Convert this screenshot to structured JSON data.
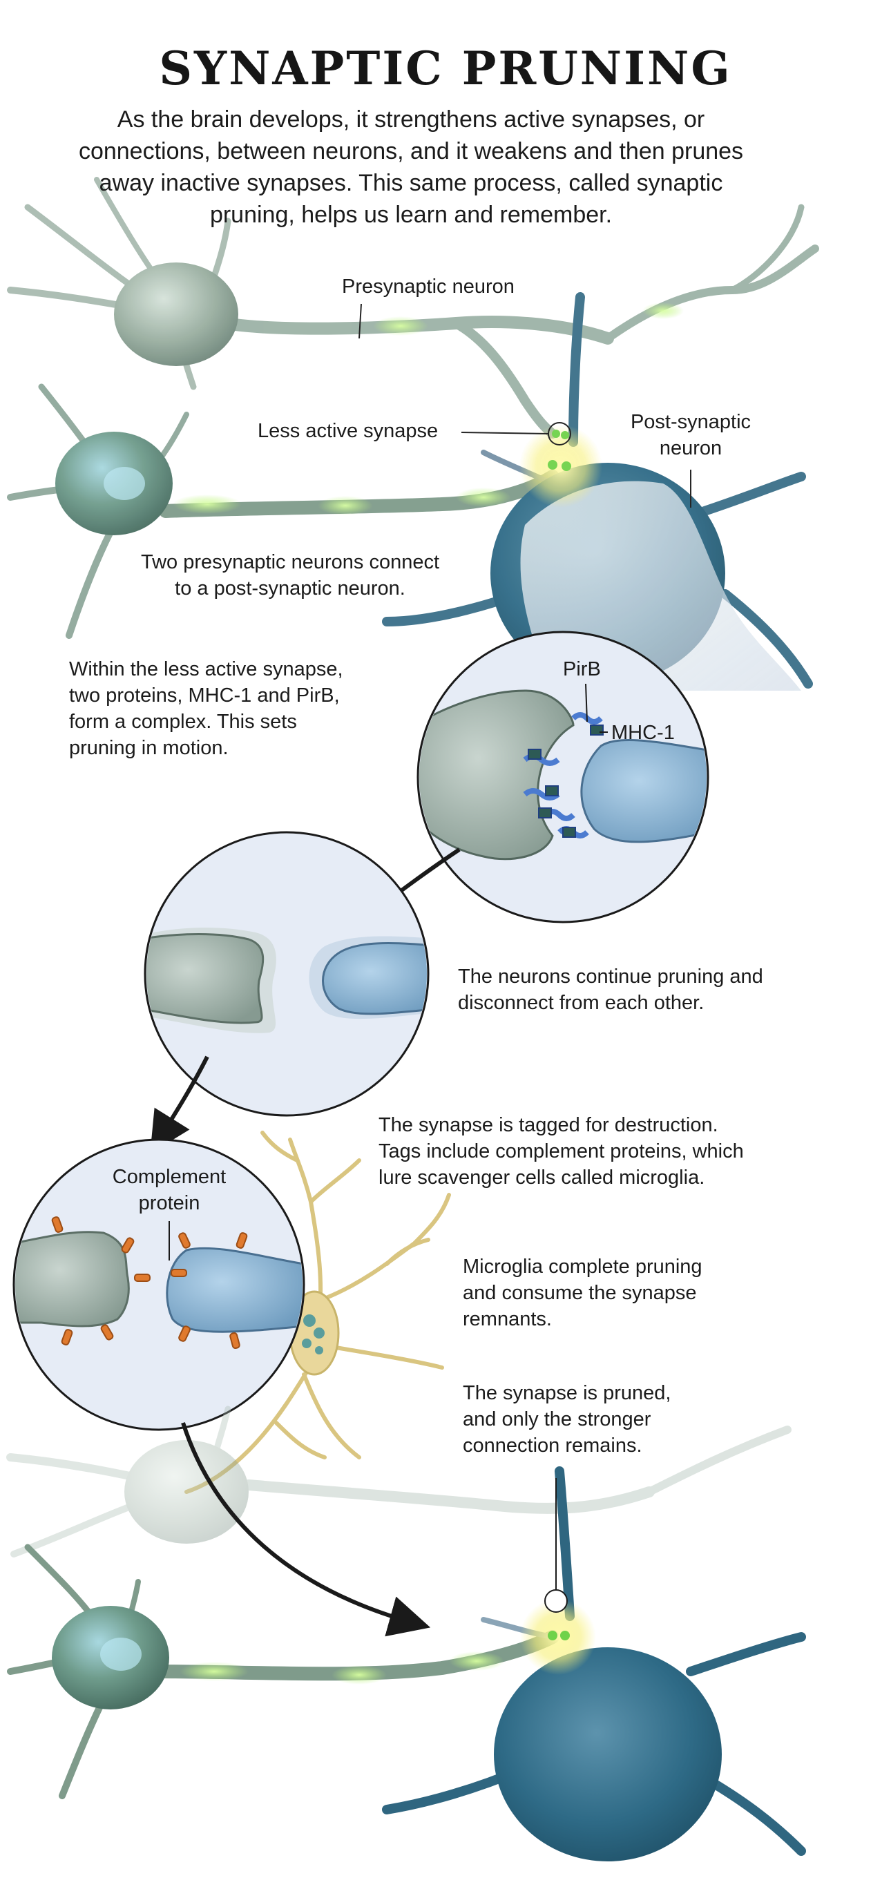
{
  "title": "SYNAPTIC PRUNING",
  "intro": "As the brain develops, it strengthens active synapses, or connections, between neurons, and it weakens and then prunes away inactive synapses. This same process, called synaptic pruning, helps us learn and remember.",
  "labels": {
    "presynaptic": "Presynaptic neuron",
    "less_active": "Less active synapse",
    "post_synaptic_1": "Post-synaptic",
    "post_synaptic_2": "neuron",
    "pirb": "PirB",
    "mhc1": "MHC-1",
    "complement_1": "Complement",
    "complement_2": "protein"
  },
  "captions": {
    "step1_line1": "Two presynaptic neurons connect",
    "step1_line2": "to a post-synaptic neuron.",
    "step2_line1": "Within the less active synapse,",
    "step2_line2": "two proteins, MHC-1 and PirB,",
    "step2_line3": "form a complex. This sets",
    "step2_line4": "pruning in motion.",
    "step3_line1": "The neurons continue pruning and",
    "step3_line2": "disconnect from each other.",
    "step4_line1": "The synapse is tagged for destruction.",
    "step4_line2": "Tags include complement proteins, which",
    "step4_line3": "lure scavenger cells called microglia.",
    "step5_line1": "Microglia complete pruning",
    "step5_line2": "and consume the synapse",
    "step5_line3": "remnants.",
    "step6_line1": "The synapse is pruned,",
    "step6_line2": "and only the stronger",
    "step6_line3": "connection remains."
  },
  "colors": {
    "neuron_gray_green": "#9fb3a8",
    "post_neuron_blue": "#3f7591",
    "post_neuron_dark": "#1f5a74",
    "axon_glow": "#bfe88a",
    "synapse_glow": "#f5f06a",
    "circle_fill": "#e6ecf6",
    "protein_blue": "#3f6fc4",
    "complement_orange": "#e07a2e",
    "microglia": "#e9d79b"
  }
}
